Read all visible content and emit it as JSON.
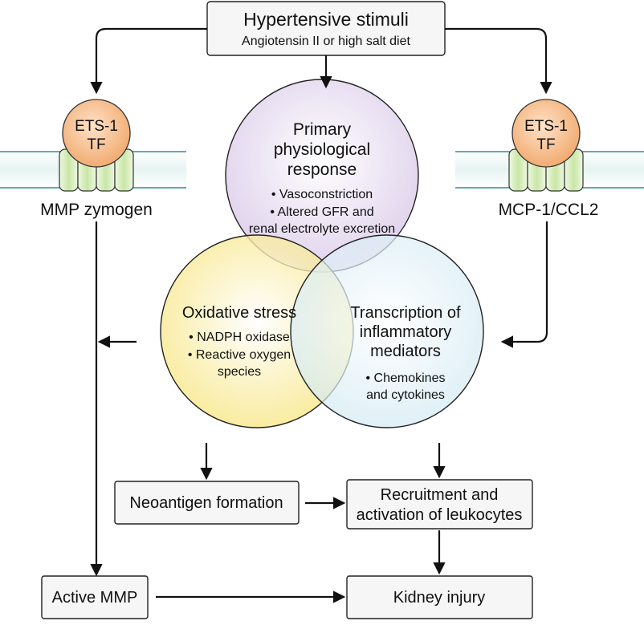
{
  "colors": {
    "circle_purple": "#d9c8e8",
    "circle_yellow": "#f7e47a",
    "circle_blue": "#cfe8f2",
    "tf_orange": "#f0a76a",
    "membrane_band": "#e6f4f2",
    "channel_green": "#c9e6a6",
    "box_fill": "#f6f6f6",
    "stroke": "#222222"
  },
  "stimuli": {
    "title": "Hypertensive stimuli",
    "subtitle": "Angiotensin II or high salt diet"
  },
  "tf_left": {
    "line1": "ETS-1",
    "line2": "TF",
    "label": "MMP zymogen"
  },
  "tf_right": {
    "line1": "ETS-1",
    "line2": "TF",
    "label": "MCP-1/CCL2"
  },
  "primary": {
    "title_lines": [
      "Primary",
      "physiological",
      "response"
    ],
    "bullets": [
      "• Vasoconstriction",
      "• Altered GFR and",
      "renal electrolyte excretion"
    ]
  },
  "oxidative": {
    "title": "Oxidative stress",
    "bullets": [
      "• NADPH oxidase",
      "• Reactive oxygen",
      "species"
    ]
  },
  "transcription": {
    "title_lines": [
      "Transcription of",
      "inflammatory",
      "mediators"
    ],
    "bullets": [
      "• Chemokines",
      "and cytokines"
    ]
  },
  "boxes": {
    "neoantigen": "Neoantigen formation",
    "recruitment_lines": [
      "Recruitment and",
      "activation of leukocytes"
    ],
    "active_mmp": "Active MMP",
    "kidney": "Kidney injury"
  }
}
